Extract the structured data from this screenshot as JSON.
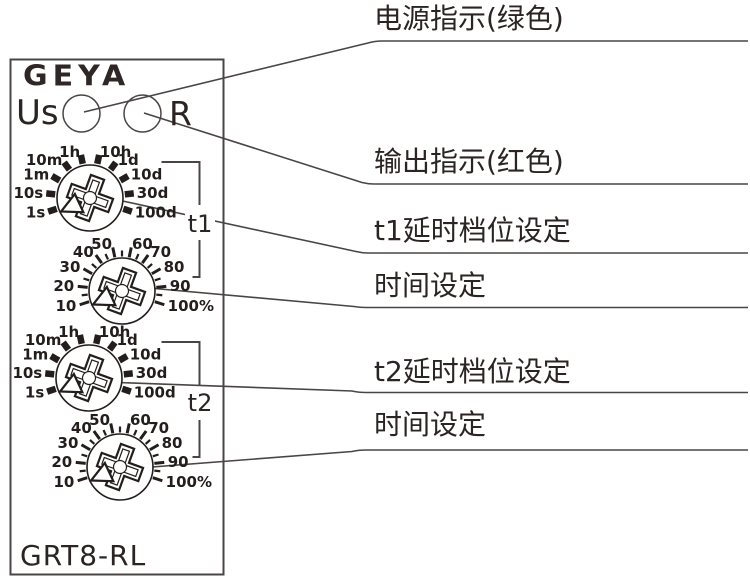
{
  "device": {
    "brand": "GEYA",
    "model": "GRT8-RL",
    "power_led_label": "Us",
    "output_led_label": "R",
    "section_labels": {
      "t1": "t1",
      "t2": "t2"
    },
    "dials": [
      {
        "id": "t1-range-dial",
        "kind": "range",
        "labels": [
          "1s",
          "10s",
          "1m",
          "10m",
          "1h",
          "10h",
          "1d",
          "10d",
          "30d",
          "100d"
        ]
      },
      {
        "id": "t1-time-dial",
        "kind": "percent",
        "labels": [
          "10",
          "20",
          "30",
          "40",
          "50",
          "60",
          "70",
          "80",
          "90",
          "100%"
        ]
      },
      {
        "id": "t2-range-dial",
        "kind": "range",
        "labels": [
          "1s",
          "10s",
          "1m",
          "10m",
          "1h",
          "10h",
          "1d",
          "10d",
          "30d",
          "100d"
        ]
      },
      {
        "id": "t2-time-dial",
        "kind": "percent",
        "labels": [
          "10",
          "20",
          "30",
          "40",
          "50",
          "60",
          "70",
          "80",
          "90",
          "100%"
        ]
      }
    ]
  },
  "annotations": [
    {
      "id": "power-indicator-note",
      "text": "电源指示(绿色)"
    },
    {
      "id": "output-indicator-note",
      "text": "输出指示(红色)"
    },
    {
      "id": "t1-range-note",
      "text": "t1延时档位设定"
    },
    {
      "id": "t1-time-note",
      "text": "时间设定"
    },
    {
      "id": "t2-range-note",
      "text": "t2延时档位设定"
    },
    {
      "id": "t2-time-note",
      "text": "时间设定"
    }
  ],
  "colors": {
    "ink": "#231d1b",
    "line": "#4a4545",
    "panel_border": "#4a4545"
  }
}
